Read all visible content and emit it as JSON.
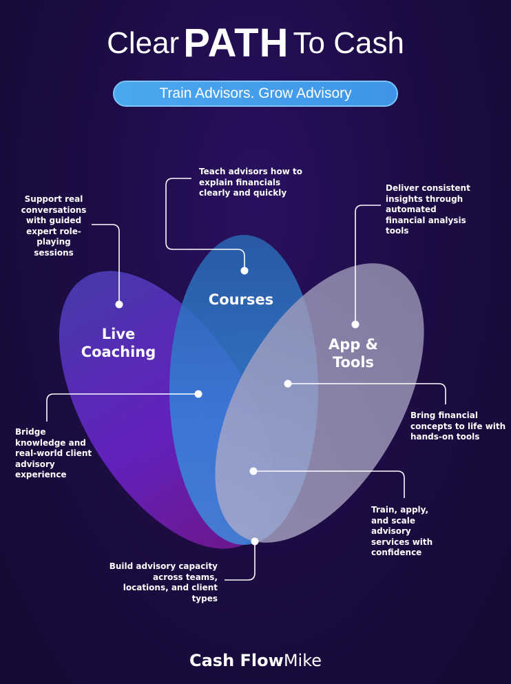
{
  "header": {
    "title_left": "Clear",
    "title_bold": "PATH",
    "title_right": "To Cash",
    "tagline": "Train Advisors. Grow Advisory"
  },
  "petals": {
    "live_coaching": {
      "line1": "Live",
      "line2": "Coaching",
      "color": "#6a23c9"
    },
    "courses": {
      "label": "Courses",
      "color": "#2f75c4"
    },
    "app_tools": {
      "line1": "App &",
      "line2": "Tools",
      "color": "#a59dc0"
    }
  },
  "annotations": {
    "support": "Support real conversations with guided expert role-playing sessions",
    "teach": "Teach advisors how to explain financials clearly and quickly",
    "deliver": "Deliver consistent insights through automated financial analysis tools",
    "bridge": "Bridge knowledge and real-world client advisory experience",
    "bring": "Bring financial concepts to life with hands-on tools",
    "train": "Train, apply, and scale advisory services with confidence",
    "build": "Build advisory capacity across teams, locations, and client types"
  },
  "footer": {
    "brand_bold": "Cash Flow",
    "brand_light": "Mike"
  }
}
